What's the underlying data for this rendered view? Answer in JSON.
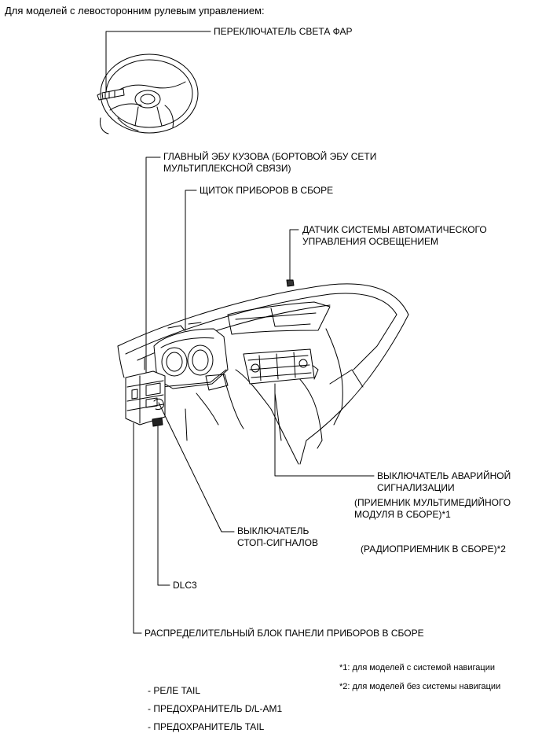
{
  "heading": "Для моделей с левосторонним рулевым управлением:",
  "labels": {
    "headlight_switch": "ПЕРЕКЛЮЧАТЕЛЬ СВЕТА ФАР",
    "body_ecu_line1": "ГЛАВНЫЙ ЭБУ КУЗОВА (БОРТОВОЙ ЭБУ СЕТИ",
    "body_ecu_line2": "МУЛЬТИПЛЕКСНОЙ СВЯЗИ)",
    "combination_meter": "ЩИТОК ПРИБОРОВ В СБОРЕ",
    "light_sensor_line1": "ДАТЧИК СИСТЕМЫ АВТОМАТИЧЕСКОГО",
    "light_sensor_line2": "УПРАВЛЕНИЯ ОСВЕЩЕНИЕМ",
    "hazard_line1": "ВЫКЛЮЧАТЕЛЬ АВАРИЙНОЙ",
    "hazard_line2": "СИГНАЛИЗАЦИИ",
    "hazard_line3": "(ПРИЕМНИК МУЛЬТИМЕДИЙНОГО",
    "hazard_line4": "МОДУЛЯ В СБОРЕ)*1",
    "radio": "(РАДИОПРИЕМНИК В СБОРЕ)*2",
    "stop_line1": "ВЫКЛЮЧАТЕЛЬ",
    "stop_line2": "СТОП-СИГНАЛОВ",
    "dlc3": "DLC3",
    "junction_block": "РАСПРЕДЕЛИТЕЛЬНЫЙ БЛОК ПАНЕЛИ ПРИБОРОВ В СБОРЕ"
  },
  "notes": {
    "note1": "*1: для моделей с системой навигации",
    "note2": "*2: для моделей без системы навигации"
  },
  "items": [
    "- РЕЛЕ TAIL",
    "- ПРЕДОХРАНИТЕЛЬ D/L-AM1",
    "- ПРЕДОХРАНИТЕЛЬ TAIL"
  ]
}
